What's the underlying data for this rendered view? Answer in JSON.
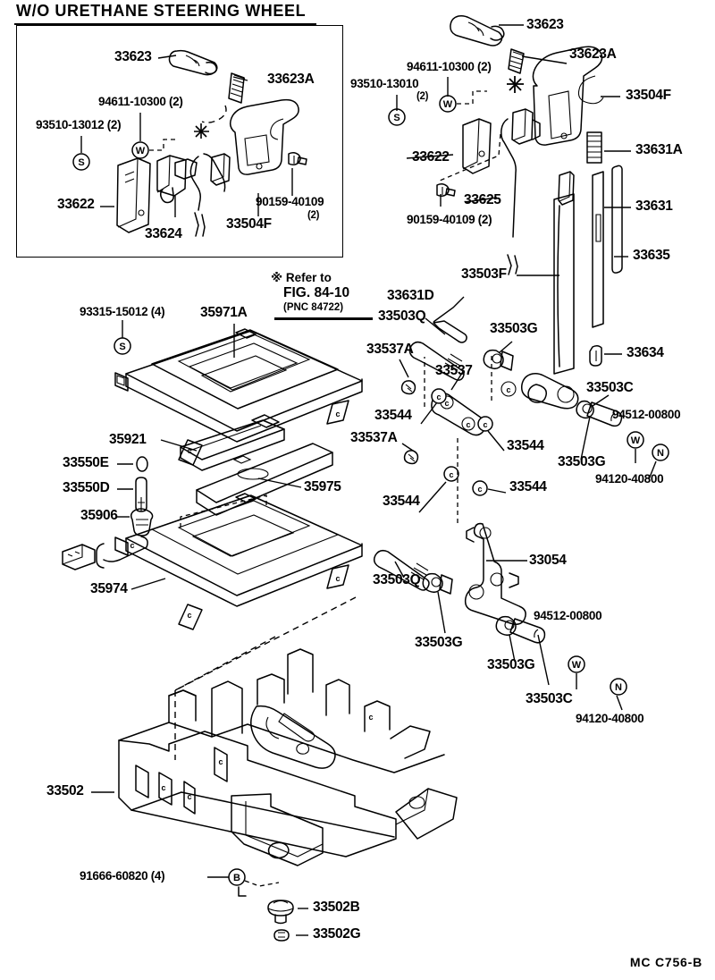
{
  "diagram": {
    "title": "W/O URETHANE STEERING WHEEL",
    "footer_code": "MC  C756-B",
    "note": {
      "symbol": "※",
      "line1": "Refer to",
      "line2": "FIG. 84-10",
      "line3": "(PNC 84722)"
    }
  },
  "inset_labels": [
    {
      "id": "inset-33623",
      "text": "33623"
    },
    {
      "id": "inset-33623A",
      "text": "33623A"
    },
    {
      "id": "inset-94611-10300",
      "text": "94611-10300 (2)"
    },
    {
      "id": "inset-93510-13012",
      "text": "93510-13012 (2)"
    },
    {
      "id": "inset-33622",
      "text": "33622"
    },
    {
      "id": "inset-33624",
      "text": "33624"
    },
    {
      "id": "inset-33504F",
      "text": "33504F"
    },
    {
      "id": "inset-90159-40109a",
      "text": "90159-40109"
    },
    {
      "id": "inset-90159-40109b",
      "text": "(2)"
    }
  ],
  "main_labels": [
    {
      "id": "m-33623",
      "text": "33623"
    },
    {
      "id": "m-33623A",
      "text": "33623A"
    },
    {
      "id": "m-94611-10300",
      "text": "94611-10300 (2)"
    },
    {
      "id": "m-93510-13010",
      "text": "93510-13010"
    },
    {
      "id": "m-93510-13010b",
      "text": "(2)"
    },
    {
      "id": "m-33504F",
      "text": "33504F"
    },
    {
      "id": "m-33622",
      "text": "33622"
    },
    {
      "id": "m-33625",
      "text": "33625"
    },
    {
      "id": "m-90159-40109",
      "text": "90159-40109 (2)"
    },
    {
      "id": "m-33631A",
      "text": "33631A"
    },
    {
      "id": "m-33631",
      "text": "33631"
    },
    {
      "id": "m-33635",
      "text": "33635"
    },
    {
      "id": "m-33634",
      "text": "33634"
    },
    {
      "id": "m-33503F",
      "text": "33503F"
    },
    {
      "id": "m-33631D",
      "text": "33631D"
    },
    {
      "id": "m-33503Q-1",
      "text": "33503Q"
    },
    {
      "id": "m-33503G-1",
      "text": "33503G"
    },
    {
      "id": "m-33537A-1",
      "text": "33537A"
    },
    {
      "id": "m-33537",
      "text": "33537"
    },
    {
      "id": "m-33544-1",
      "text": "33544"
    },
    {
      "id": "m-33537A-2",
      "text": "33537A"
    },
    {
      "id": "m-33544-2",
      "text": "33544"
    },
    {
      "id": "m-33544-3",
      "text": "33544"
    },
    {
      "id": "m-33544-4",
      "text": "33544"
    },
    {
      "id": "m-33503C-1",
      "text": "33503C"
    },
    {
      "id": "m-94512-00800-1",
      "text": "94512-00800"
    },
    {
      "id": "m-33503G-2",
      "text": "33503G"
    },
    {
      "id": "m-94120-40800-1",
      "text": "94120-40800"
    },
    {
      "id": "m-33054",
      "text": "33054"
    },
    {
      "id": "m-33503Q-2",
      "text": "33503Q"
    },
    {
      "id": "m-33503G-3",
      "text": "33503G"
    },
    {
      "id": "m-33503G-4",
      "text": "33503G"
    },
    {
      "id": "m-33503C-2",
      "text": "33503C"
    },
    {
      "id": "m-94512-00800-2",
      "text": "94512-00800"
    },
    {
      "id": "m-94120-40800-2",
      "text": "94120-40800"
    },
    {
      "id": "m-93315-15012",
      "text": "93315-15012 (4)"
    },
    {
      "id": "m-35971A",
      "text": "35971A"
    },
    {
      "id": "m-35921",
      "text": "35921"
    },
    {
      "id": "m-33550E",
      "text": "33550E"
    },
    {
      "id": "m-33550D",
      "text": "33550D"
    },
    {
      "id": "m-35906",
      "text": "35906"
    },
    {
      "id": "m-35975",
      "text": "35975"
    },
    {
      "id": "m-35974",
      "text": "35974"
    },
    {
      "id": "m-33502",
      "text": "33502"
    },
    {
      "id": "m-91666-60820",
      "text": "91666-60820 (4)"
    },
    {
      "id": "m-33502B",
      "text": "33502B"
    },
    {
      "id": "m-33502G",
      "text": "33502G"
    }
  ],
  "symbol_markers": [
    {
      "id": "sym-inset-S",
      "glyph": "S"
    },
    {
      "id": "sym-inset-W",
      "glyph": "W"
    },
    {
      "id": "sym-main-S",
      "glyph": "S"
    },
    {
      "id": "sym-main-W",
      "glyph": "W"
    },
    {
      "id": "sym-W-1",
      "glyph": "W"
    },
    {
      "id": "sym-N-1",
      "glyph": "N"
    },
    {
      "id": "sym-W-2",
      "glyph": "W"
    },
    {
      "id": "sym-N-2",
      "glyph": "N"
    },
    {
      "id": "sym-S-console",
      "glyph": "S"
    },
    {
      "id": "sym-B-bolt",
      "glyph": "B"
    }
  ],
  "colors": {
    "ink": "#000000",
    "paper": "#ffffff"
  }
}
